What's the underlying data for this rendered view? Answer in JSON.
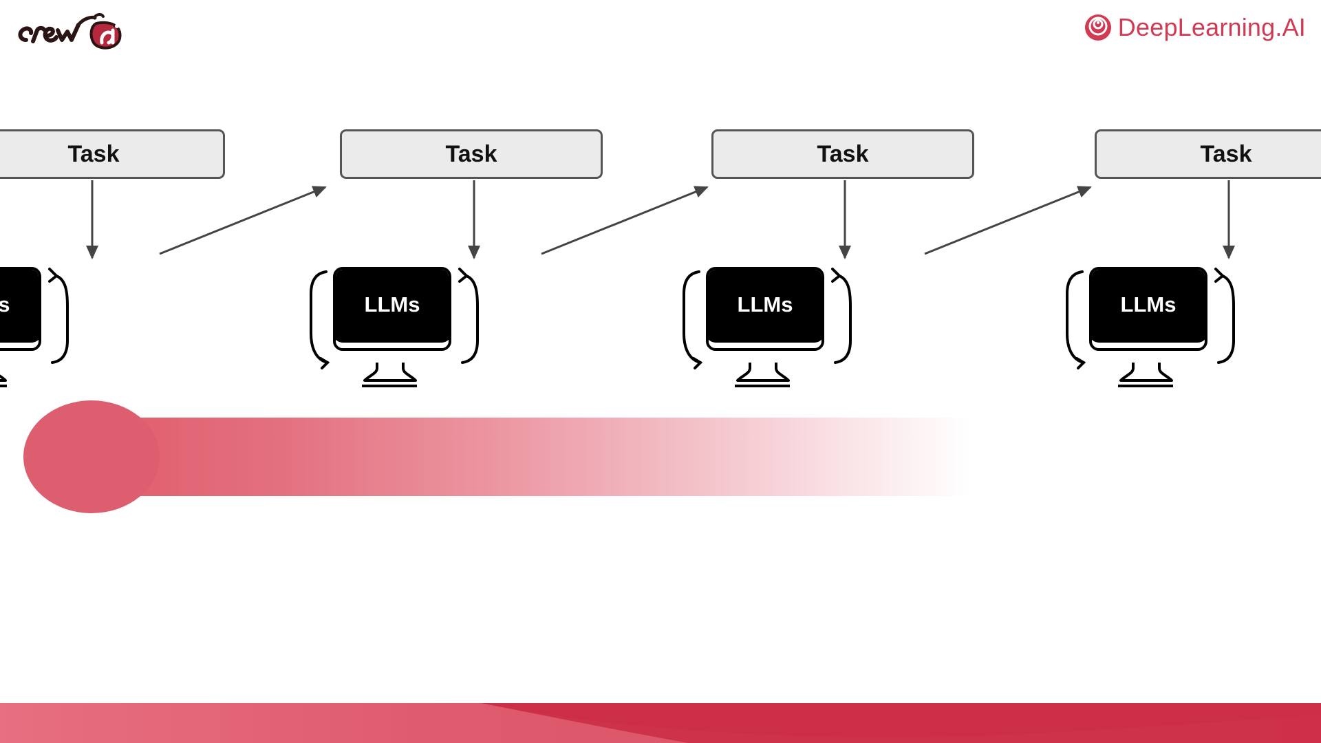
{
  "brand": {
    "left_logo_text": "crewai",
    "right_logo_text": "DeepLearning.AI",
    "accent_color": "#d23a53"
  },
  "diagram": {
    "stages": [
      {
        "task_label": "Task",
        "llm_label": "LLMs"
      },
      {
        "task_label": "Task",
        "llm_label": "LLMs"
      },
      {
        "task_label": "Task",
        "llm_label": "LLMs"
      },
      {
        "task_label": "Task",
        "llm_label": "LLMs"
      }
    ]
  },
  "progress": {
    "color": "#dd5f6f"
  },
  "icons": {
    "computer": "monitor-icon",
    "loop": "refresh-loop-icon",
    "arrow": "arrow-icon"
  }
}
